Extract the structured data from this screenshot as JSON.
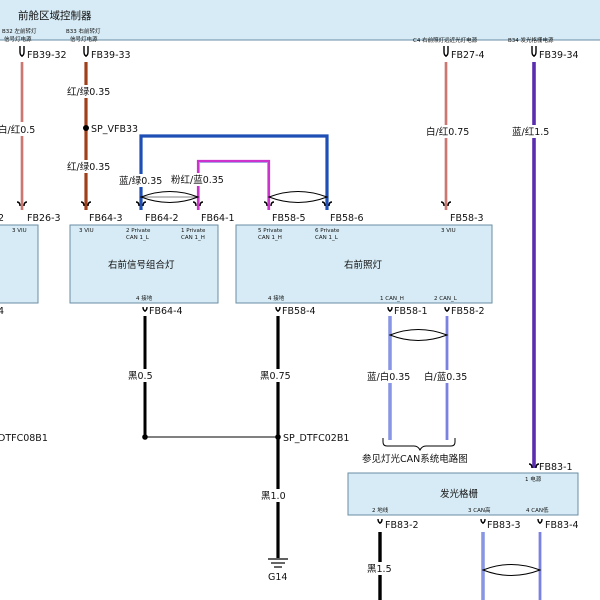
{
  "controller": {
    "title": "前舱区域控制器",
    "pins": [
      {
        "id": "B32",
        "label_line1": "B32 左前转灯",
        "label_line2": "信号灯电源",
        "connector": "FB39-32"
      },
      {
        "id": "B33",
        "label_line1": "B33 右前转灯",
        "label_line2": "信号灯电源",
        "connector": "FB39-33"
      },
      {
        "id": "C4",
        "label_line1": "C4 右前照灯远近光灯电源",
        "connector": "FB27-4"
      },
      {
        "id": "B34",
        "label_line1": "B34 发光格栅电源",
        "connector": "FB39-34"
      }
    ]
  },
  "wires": {
    "left_red_white": "白/红0.5",
    "red_green_1": "红/绿0.35",
    "splice_vfb33": "SP_VFB33",
    "red_green_2": "红/绿0.35",
    "blue_green": "蓝/绿0.35",
    "pink_red_blue": "粉红/蓝0.35",
    "white_red_075": "白/红0.75",
    "blue_red_15": "蓝/红1.5",
    "black_05": "黑0.5",
    "black_075": "黑0.75",
    "splice_dtfc08b1": "DTFC08B1",
    "splice_dtfc02b1": "SP_DTFC02B1",
    "black_10": "黑1.0",
    "blue_white": "蓝/白0.35",
    "white_blue": "白/蓝0.35",
    "black_15": "黑1.5",
    "ground": "G14",
    "can_reference": "参见灯光CAN系统电路图"
  },
  "modules": {
    "left_partial": {
      "pin_top": "3 VIU",
      "connector_top_left": "2",
      "connector_top": "FB26-3",
      "connector_bottom_left": "4"
    },
    "front_signal": {
      "name": "右前信号组合灯",
      "pin_3": "3 VIU",
      "pin_2_line1": "2 Private",
      "pin_2_line2": "CAN 1_L",
      "pin_1_line1": "1 Private",
      "pin_1_line2": "CAN 1_H",
      "pin_4": "4 接地",
      "conn_3": "FB64-3",
      "conn_2": "FB64-2",
      "conn_1": "FB64-1",
      "conn_4": "FB64-4"
    },
    "headlamp": {
      "name": "右前照灯",
      "pin_5_line1": "5 Private",
      "pin_5_line2": "CAN 1_H",
      "pin_6_line1": "6 Private",
      "pin_6_line2": "CAN 1_L",
      "pin_3": "3 VIU",
      "pin_4": "4 接地",
      "pin_1": "1 CAN_H",
      "pin_2": "2 CAN_L",
      "conn_5": "FB58-5",
      "conn_6": "FB58-6",
      "conn_3": "FB58-3",
      "conn_4": "FB58-4",
      "conn_1": "FB58-1",
      "conn_2": "FB58-2"
    },
    "grille": {
      "name": "发光格栅",
      "pin_1": "1 电源",
      "pin_2": "2 地线",
      "pin_3": "3 CAN高",
      "pin_4": "4 CAN低",
      "conn_1": "FB83-1",
      "conn_2": "FB83-2",
      "conn_3": "FB83-3",
      "conn_4": "FB83-4"
    }
  },
  "colors": {
    "module_fill": "#d6ebf5",
    "module_stroke": "#6a8ea3",
    "wire_red_green": "#a0401a",
    "wire_white_red": "#d8a6a6",
    "wire_blue_green": "#1f4fb5",
    "wire_pink": "#cc33cc",
    "wire_blue_red": "#5a2db0",
    "wire_black": "#000000",
    "wire_blue_white": "#4a5fd6",
    "wire_white_blue": "#9a9ae8"
  }
}
